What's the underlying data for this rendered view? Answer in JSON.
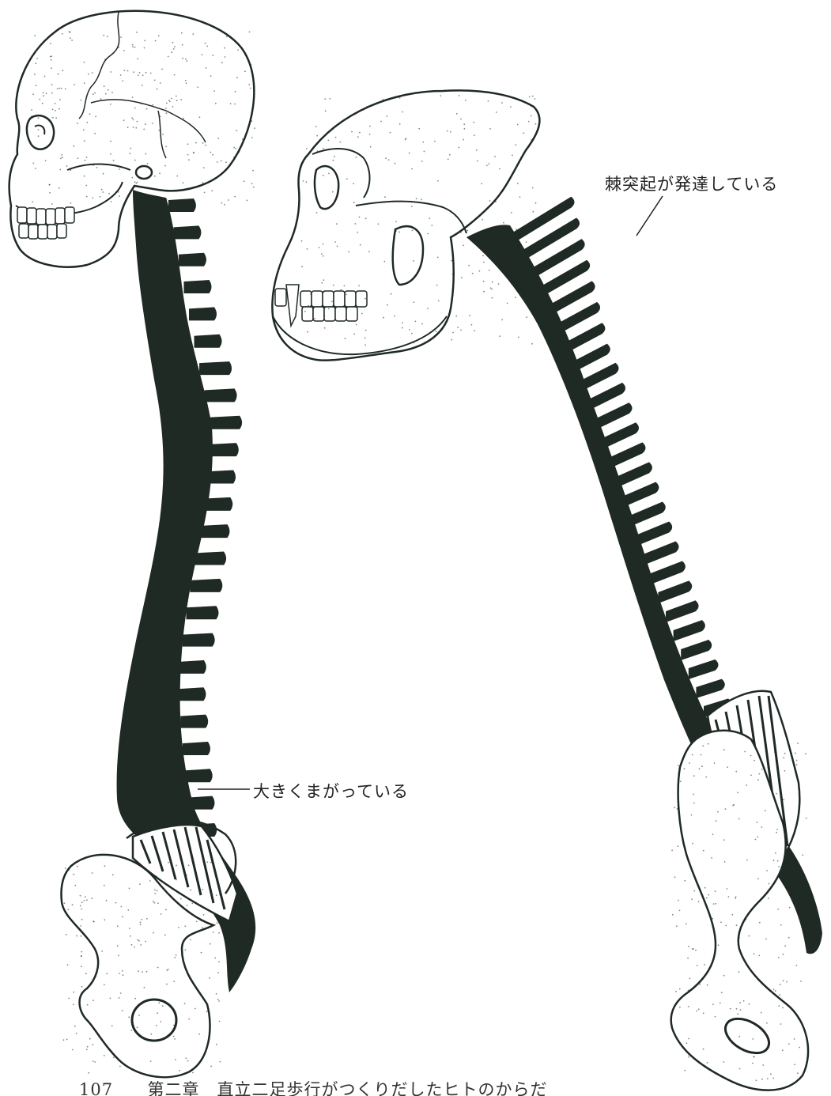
{
  "annotations": {
    "spinous_label": "棘突起が発達している",
    "curve_label": "大きくまがっている"
  },
  "footer": {
    "page_number": "107",
    "chapter": "第二章　直立二足歩行がつくりだしたヒトのからだ"
  },
  "colors": {
    "ink": "#1f2a24",
    "paper": "#ffffff",
    "text": "#222222"
  },
  "figures": {
    "human_vertebra_count": 24,
    "gorilla_vertebra_count": 26
  }
}
